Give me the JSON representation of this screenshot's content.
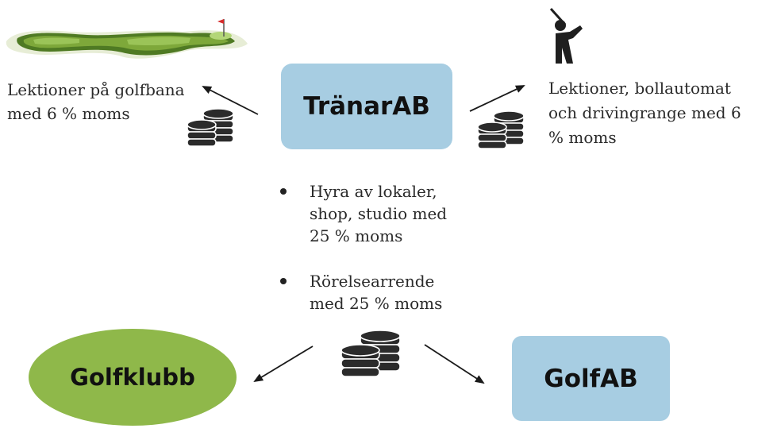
{
  "colors": {
    "box_fill": "#a7cde2",
    "ellipse_fill": "#8fb84a",
    "arrow": "#1a1a1a",
    "coin": "#2b2b2b"
  },
  "nodes": {
    "tranar": "TränarAB",
    "golfklubb": "Golfklubb",
    "golfab": "GolfAB"
  },
  "left_text": "Lektioner på golfbana med 6 % moms",
  "right_text": "Lektioner, bollautomat och drivingrange med 6 % moms",
  "services": [
    {
      "text": "Hyra av lokaler, shop, studio med 25 % moms"
    },
    {
      "text": "Rörelsearrende med 25 % moms"
    }
  ],
  "icons": {
    "golf_course": "golf-course-icon",
    "golfer": "golfer-icon",
    "coins": "coin-stack-icon",
    "flag": "flag-icon"
  }
}
